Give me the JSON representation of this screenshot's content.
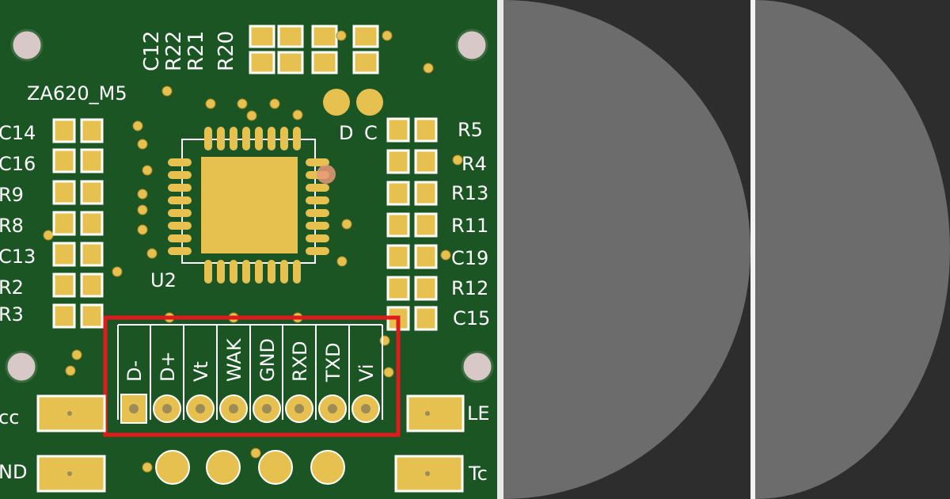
{
  "board": {
    "labels": {
      "top_refs": [
        "C12",
        "R22",
        "R21",
        "R20"
      ],
      "module": "ZA620_M5",
      "left_refs": [
        "C14",
        "C16",
        "R9",
        "R8",
        "C13",
        "R2",
        "R3"
      ],
      "right_refs": [
        "R5",
        "R4",
        "R13",
        "R11",
        "C19",
        "R12",
        "C15"
      ],
      "dc": [
        "D",
        "C"
      ],
      "u2": "U2",
      "pins": [
        "D-",
        "D+",
        "Vt",
        "WAK",
        "GND",
        "RXD",
        "TXD",
        "Vi"
      ],
      "vcc": "cc",
      "gnd": "ND",
      "le": "LE",
      "tc": "Tc"
    }
  },
  "colors": {
    "board": "#1b5523",
    "pad": "#e6c150",
    "silkscreen": "#ffffff",
    "highlight": "#e01b1b",
    "panel_bg": "#2d2d2d",
    "half_disc": "#6c6c6c"
  }
}
